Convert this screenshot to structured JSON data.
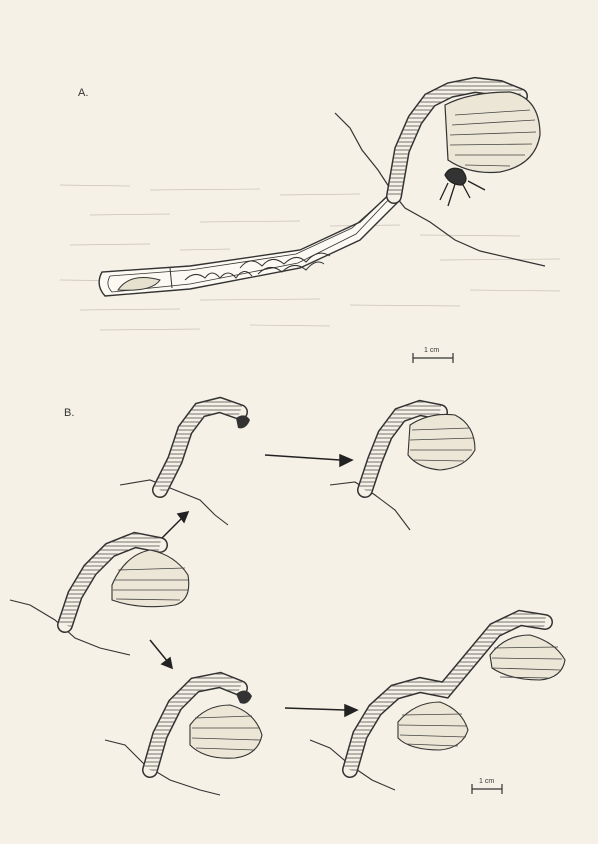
{
  "panel_a": {
    "label": "A.",
    "scale_label": "1 cm"
  },
  "panel_b": {
    "label": "B.",
    "scale_label": "1 cm"
  }
}
